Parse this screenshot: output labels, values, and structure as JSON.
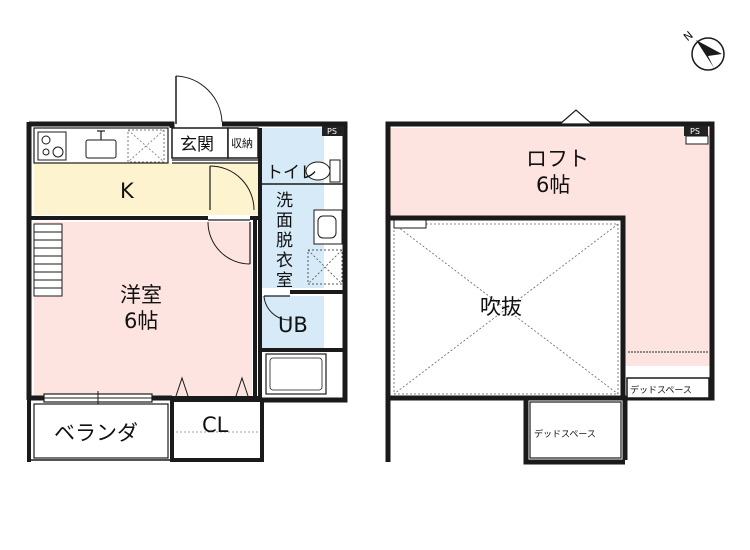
{
  "rooms": {
    "kitchen": "K",
    "western_room_name": "洋室",
    "western_room_size": "6帖",
    "entrance": "玄関",
    "storage": "収納",
    "toilet": "トイレ",
    "washroom_chars": [
      "洗",
      "面",
      "脱",
      "衣",
      "室"
    ],
    "bath": "UB",
    "veranda": "ベランダ",
    "closet": "CL",
    "loft_name": "ロフト",
    "loft_size": "6帖",
    "void": "吹抜",
    "dead_space_right": "デッドスペース",
    "dead_space_bottom": "デッドスペース",
    "ps_left": "PS",
    "ps_right": "PS"
  },
  "compass": {
    "label": "N"
  },
  "colors": {
    "kitchen": "#fdf3cf",
    "western_room": "#fde4e1",
    "wet_area": "#d6eaf8",
    "loft": "#fde4e1",
    "wall": "#1a1a1a"
  }
}
